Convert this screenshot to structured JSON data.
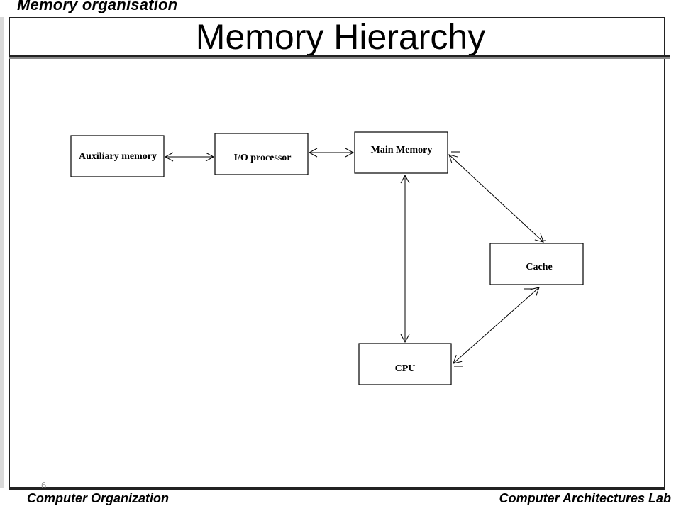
{
  "header": {
    "section_label": "Memory organisation",
    "title": "Memory Hierarchy"
  },
  "diagram": {
    "nodes": [
      {
        "id": "aux",
        "label": "Auxiliary memory"
      },
      {
        "id": "io",
        "label": "I/O processor"
      },
      {
        "id": "main",
        "label": "Main Memory"
      },
      {
        "id": "cache",
        "label": "Cache"
      },
      {
        "id": "cpu",
        "label": "CPU"
      }
    ],
    "edges": [
      {
        "from": "aux",
        "to": "io",
        "direction": "both"
      },
      {
        "from": "io",
        "to": "main",
        "direction": "both"
      },
      {
        "from": "main",
        "to": "cpu",
        "direction": "both"
      },
      {
        "from": "main",
        "to": "cache",
        "direction": "both"
      },
      {
        "from": "cache",
        "to": "cpu",
        "direction": "both"
      }
    ]
  },
  "footer": {
    "page_number": "6",
    "left_text": "Computer Organization",
    "right_text": "Computer Architectures Lab"
  }
}
